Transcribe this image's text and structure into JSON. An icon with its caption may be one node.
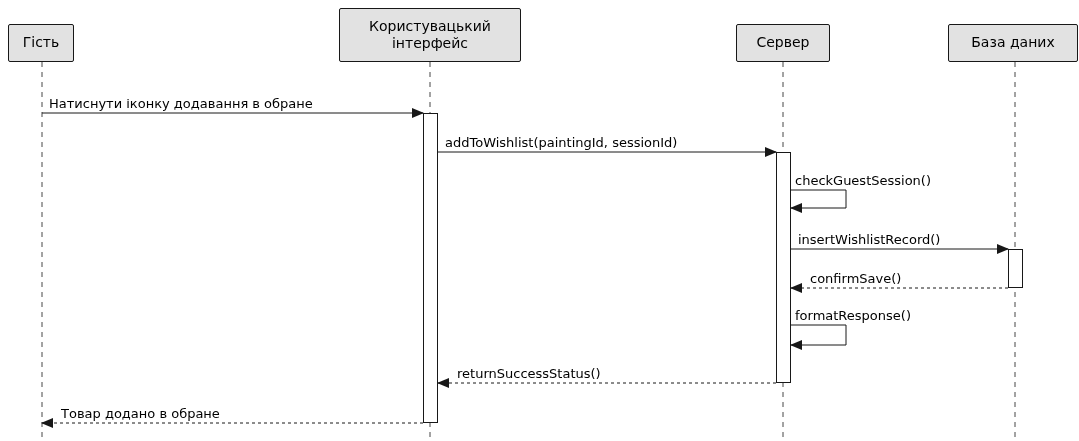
{
  "diagram": {
    "nodes": [
      {
        "text": [
          "Гість"
        ]
      },
      {
        "text": [
          "Користувацький інтерфейс"
        ]
      },
      {
        "text": [
          "Сервер"
        ]
      },
      {
        "text": [
          "База даних"
        ]
      },
      {
        "text": [],
        "shape": "bar",
        "in": 1
      },
      {
        "text": [],
        "shape": "bar",
        "in": 2
      },
      {
        "text": [],
        "shape": "bar",
        "in": 3
      }
    ],
    "edges": [
      {
        "from": 0,
        "to": 4,
        "arrow": "to",
        "label": "Натиснути іконку додавання в обране"
      },
      {
        "from": 4,
        "to": 5,
        "arrow": "to",
        "label": "addToWishlist(paintingId, sessionId)"
      },
      {
        "from": 5,
        "to": 5,
        "arrow": "to",
        "label": "checkGuestSession()"
      },
      {
        "from": 5,
        "to": 6,
        "arrow": "to",
        "label": "insertWishlistRecord()"
      },
      {
        "from": 6,
        "to": 5,
        "arrow": "to",
        "label": "confirmSave()",
        "style": "dashed"
      },
      {
        "from": 5,
        "to": 5,
        "arrow": "to",
        "label": "formatResponse()"
      },
      {
        "from": 5,
        "to": 4,
        "arrow": "to",
        "label": "returnSuccessStatus()",
        "style": "dashed"
      },
      {
        "from": 4,
        "to": 0,
        "arrow": "to",
        "label": "Товар додано в обране",
        "style": "dashed"
      }
    ]
  }
}
